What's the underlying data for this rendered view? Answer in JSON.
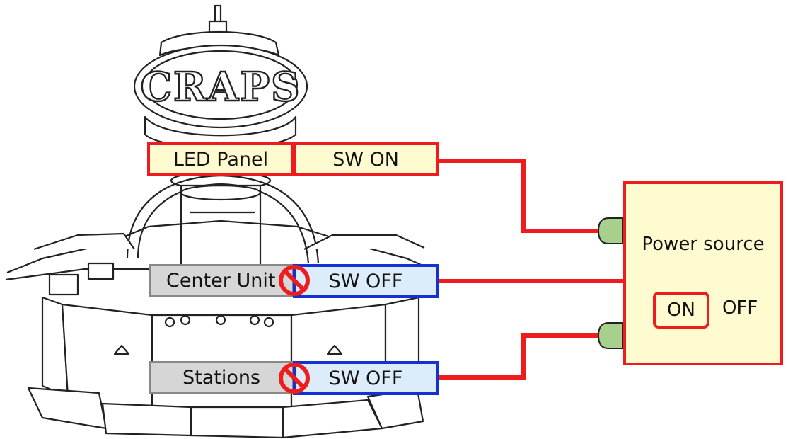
{
  "machine": {
    "sign_text": "CRAPS"
  },
  "labels": {
    "led_panel": "LED Panel",
    "led_switch": "SW ON",
    "center_unit": "Center Unit",
    "center_switch": "SW OFF",
    "stations": "Stations",
    "stations_switch": "SW OFF"
  },
  "power_source": {
    "title": "Power source",
    "on": "ON",
    "off": "OFF"
  },
  "colors": {
    "on_line": "#ee1c1c",
    "off_border": "#1432d2",
    "connector": "#a8d08d",
    "label_fill": "#fffbd0",
    "gray_fill": "#d6d6d6",
    "blue_fill": "#ddecfb"
  },
  "icons": {
    "prohibited": "prohibited-icon",
    "connector": "plug-connector-icon"
  }
}
